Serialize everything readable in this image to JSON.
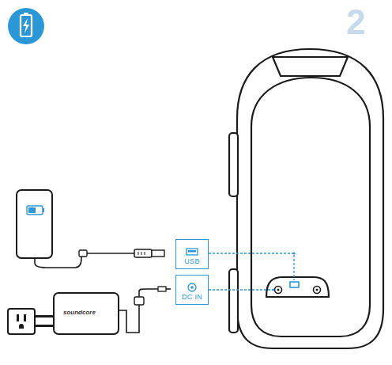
{
  "diagram": {
    "nodes": [
      {
        "text": [
          "USB"
        ]
      },
      {
        "text": [
          "DC IN"
        ]
      }
    ],
    "labels": [
      "2",
      "soundcore"
    ]
  }
}
